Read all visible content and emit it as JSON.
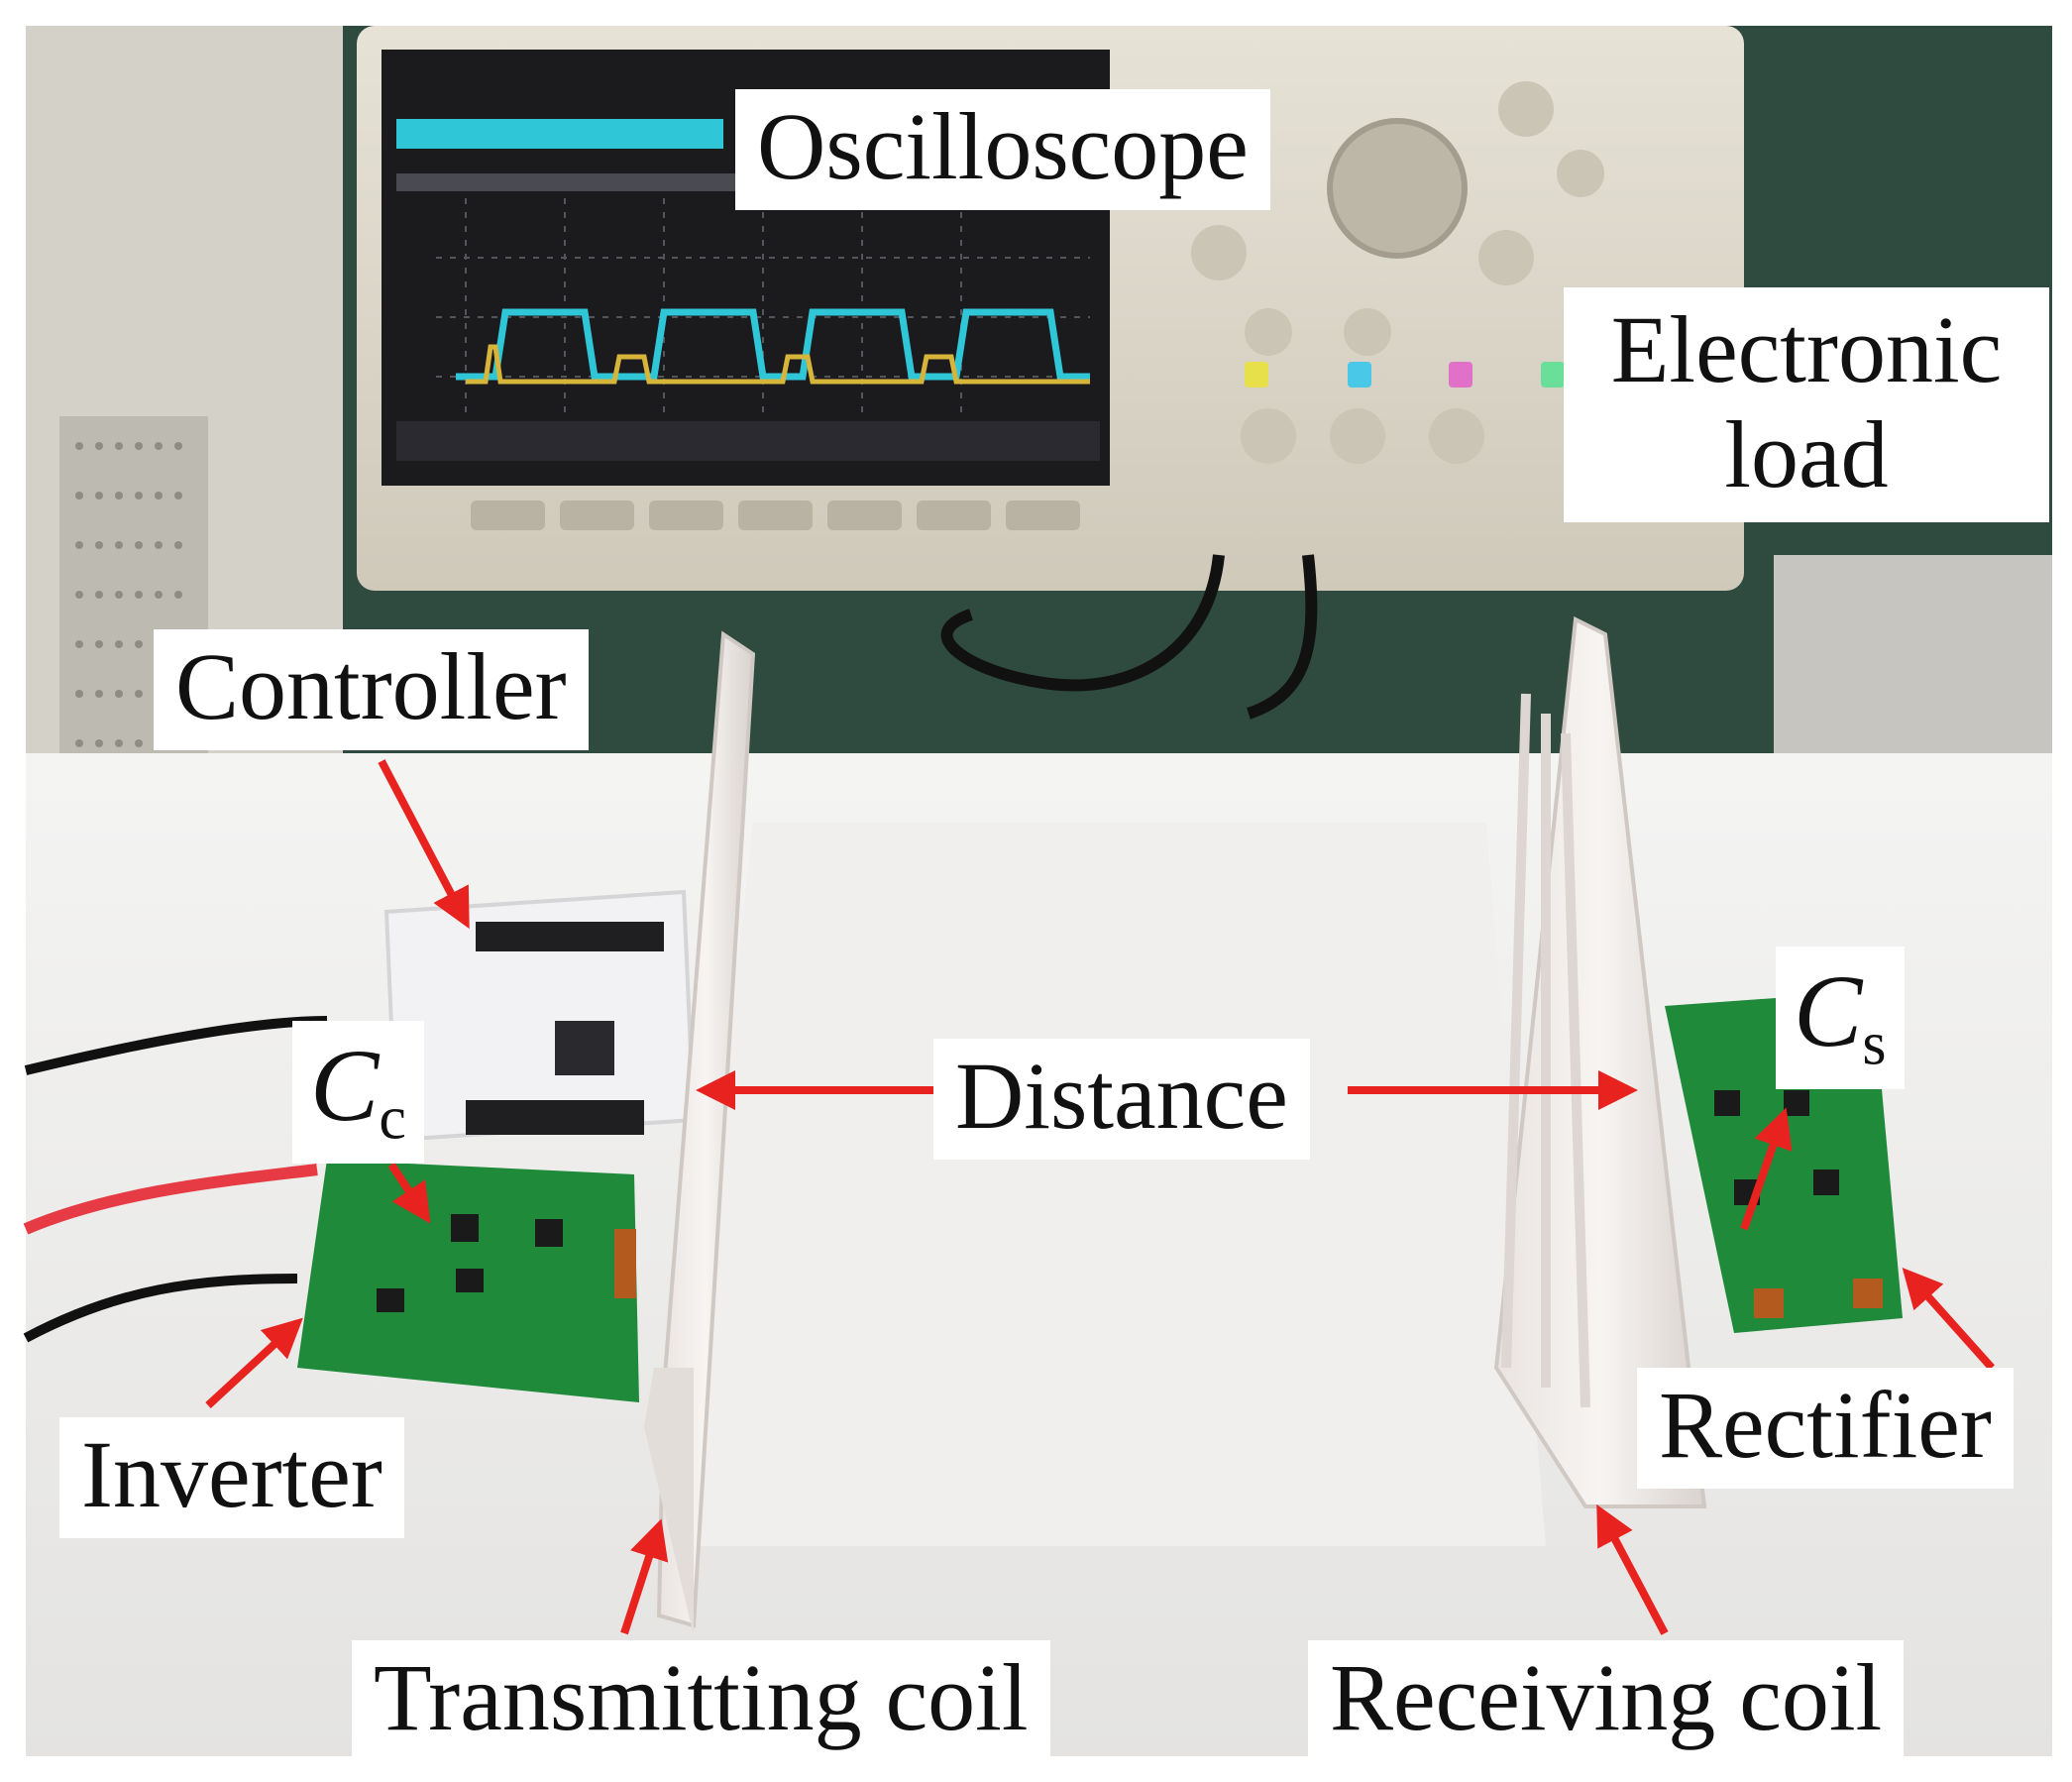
{
  "labels": {
    "oscilloscope": "Oscilloscope",
    "electronic_load_line1": "Electronic",
    "electronic_load_line2": "load",
    "controller": "Controller",
    "distance": "Distance",
    "inverter": "Inverter",
    "rectifier": "Rectifier",
    "transmitting_coil": "Transmitting coil",
    "receiving_coil": "Receiving coil",
    "cc_main": "C",
    "cc_sub": "c",
    "cs_main": "C",
    "cs_sub": "s"
  },
  "colors": {
    "arrow": "#e8231f",
    "pcb_green": "#1f8a3a",
    "scope_body": "#d9d4c6",
    "screen": "#1b1b1e",
    "trace_cyan": "#2fc6d8",
    "trace_yellow": "#d7b53a",
    "foam": "#ecebe9",
    "desk": "#2f4b3f"
  }
}
